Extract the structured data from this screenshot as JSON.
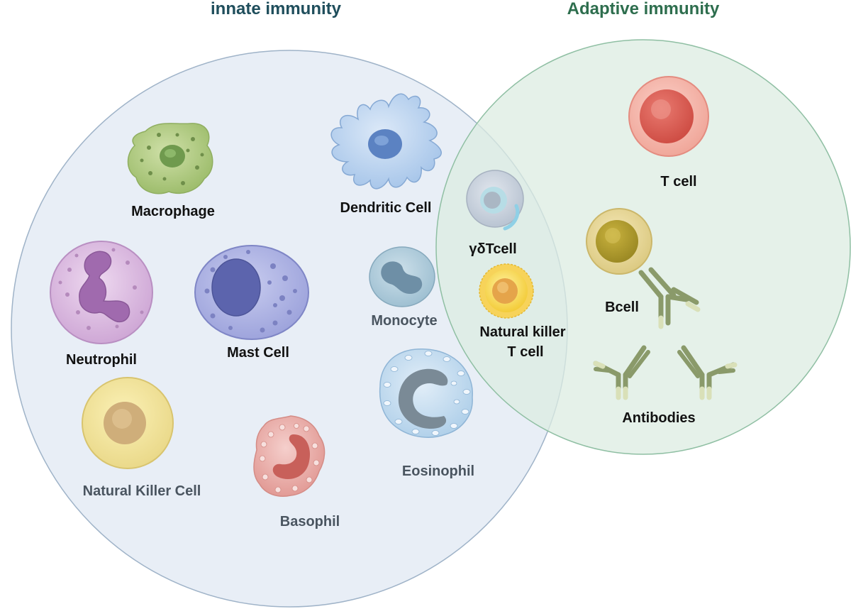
{
  "headings": {
    "innate": "innate immunity",
    "adaptive": "Adaptive immunity"
  },
  "cells": {
    "macrophage": "Macrophage",
    "dendritic": "Dendritic Cell",
    "neutrophil": "Neutrophil",
    "mast": "Mast Cell",
    "monocyte": "Monocyte",
    "nk": "Natural Killer Cell",
    "basophil": "Basophil",
    "eosinophil": "Eosinophil",
    "gdt": "γδTcell",
    "nkt_line1": "Natural killer",
    "nkt_line2": "T cell",
    "tcell": "T cell",
    "bcell": "Bcell",
    "antibodies": "Antibodies"
  },
  "colors": {
    "innate_fill": "#e8eef6",
    "innate_stroke": "#9fb3c8",
    "adaptive_fill": "#e3f0e8",
    "adaptive_stroke": "#8fbfa3",
    "innate_title": "#1f4e5c",
    "adaptive_title": "#2e6e4e"
  }
}
